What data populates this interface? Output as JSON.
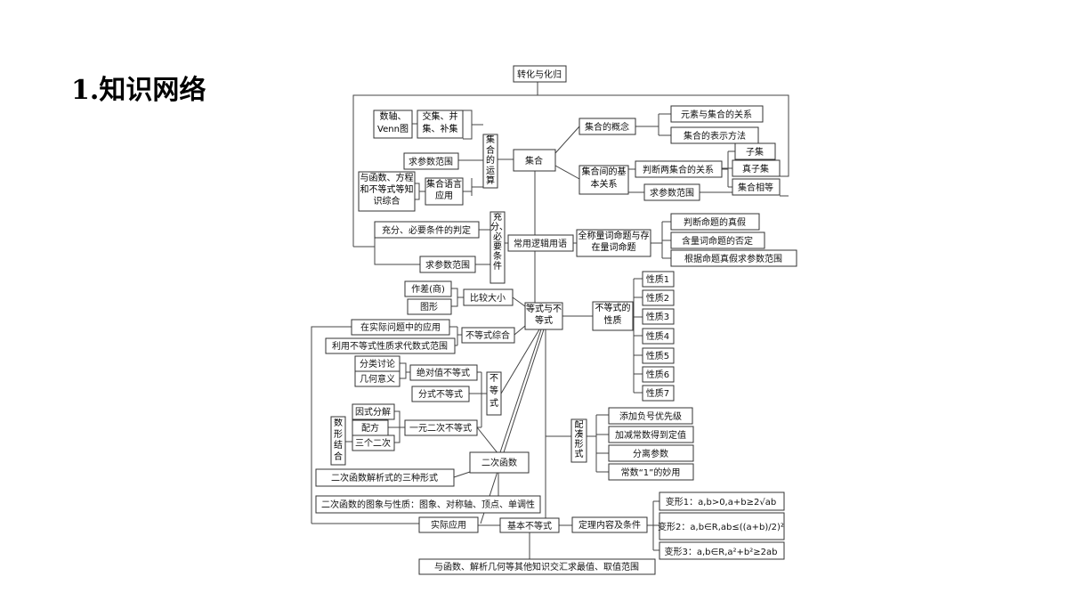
{
  "title": "1.知识网络",
  "nodes": {
    "zhuanhua": "转化与化归",
    "jihe": "集合",
    "shuzhou": "数轴、Venn图",
    "jiaoji": "交集、并集、补集",
    "yunsuan": "集合的运算",
    "qiucanshu1": "求参数范围",
    "yuhanshu": "与函数、方程和不等式等知识综合",
    "jiheyuyan": "集合语言应用",
    "gainian": "集合的概念",
    "yuansu": "元素与集合的关系",
    "biaoshi": "集合的表示方法",
    "jiben": "集合间的基本关系",
    "panduan": "判断两集合的关系",
    "ziji": "子集",
    "zhenziji": "真子集",
    "xiangdeng": "集合相等",
    "qiucanshu2": "求参数范围",
    "chongfen": "充分、必要条件的判定",
    "qiucanshu3": "求参数范围",
    "chongbi": "充分、必要条件",
    "luoji": "常用逻辑用语",
    "quancheng": "全称量词命题与存在量词命题",
    "zhenjia": "判断命题的真假",
    "fouding": "含量词命题的否定",
    "genju": "根据命题真假求参数范围",
    "zuocha": "作差(商)",
    "tuxing": "图形",
    "bijiao": "比较大小",
    "dengshi": "等式与不等式",
    "xingzhi": "不等式的性质",
    "p1": "性质1",
    "p2": "性质2",
    "p3": "性质3",
    "p4": "性质4",
    "p5": "性质5",
    "p6": "性质6",
    "p7": "性质7",
    "shiji1": "在实际问题中的应用",
    "liyong": "利用不等式性质求代数式范围",
    "zonghe": "不等式综合",
    "fenlei": "分类讨论",
    "jihe_yi": "几何意义",
    "jueduizhi": "绝对值不等式",
    "fenshi": "分式不等式",
    "budengshi": "不等式",
    "yinshi": "因式分解",
    "peifang": "配方",
    "sange": "三个二次",
    "yiyuan": "一元二次不等式",
    "shuxing": "数形结合",
    "erci": "二次函数",
    "sanzhong": "二次函数解析式的三种形式",
    "tuxiang": "二次函数的图象与性质：图象、对称轴、顶点、单调性",
    "tianjia": "添加负号优先级",
    "jiajian": "加减常数得到定值",
    "fenli": "分离参数",
    "changshu": "常数“1”的妙用",
    "peicou": "配凑形式",
    "shiji2": "实际应用",
    "jibenbds": "基本不等式",
    "dingli": "定理内容及条件",
    "bianxing1": "变形1：a,b>0,a+b≥2√ab",
    "bianxing2": "变形2：a,b∈R,ab≤((a+b)/2)²",
    "bianxing3": "变形3：a,b∈R,a²+b²≥2ab",
    "yuhanshu2": "与函数、解析几何等其他知识交汇求最值、取值范围"
  }
}
